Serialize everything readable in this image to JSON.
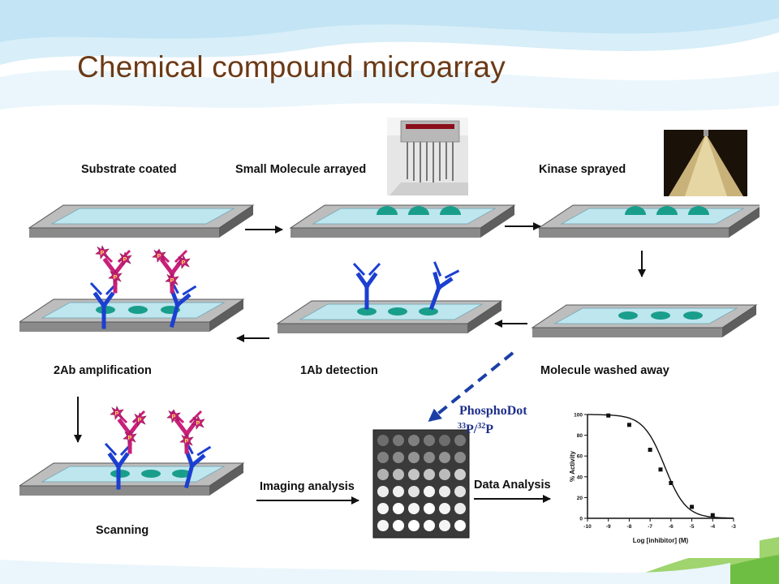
{
  "slide": {
    "title": "Chemical compound microarray"
  },
  "steps": {
    "substrate_coated": "Substrate coated",
    "small_molecule_arrayed": "Small Molecule arrayed",
    "kinase_sprayed": "Kinase sprayed",
    "molecule_washed_away": "Molecule washed away",
    "ab1_detection": "1Ab detection",
    "ab2_amplification": "2Ab amplification",
    "scanning": "Scanning",
    "imaging_analysis": "Imaging analysis",
    "data_analysis": "Data Analysis"
  },
  "phosphodot": {
    "name": "PhosphoDot",
    "iso_a_mass": "33",
    "iso_a_symbol": "P/",
    "iso_b_mass": "32",
    "iso_b_symbol": "P"
  },
  "antibody_tag": "P",
  "dose_response": {
    "ylabel": "% Activity",
    "xlabel": "Log [inhibitor] (M)",
    "x_ticks": [
      "-10",
      "-9",
      "-8",
      "-7",
      "-6",
      "-5",
      "-4",
      "-3"
    ],
    "y_ticks": [
      "100",
      "80",
      "60",
      "40",
      "20",
      "0"
    ],
    "x_range": [
      -10,
      -3
    ],
    "y_range": [
      0,
      100
    ],
    "points_x": [
      -9,
      -8,
      -7,
      -6.5,
      -6,
      -5,
      -4
    ],
    "points_y": [
      99,
      90,
      66,
      47,
      34,
      11,
      3
    ],
    "curve_top": 100,
    "curve_bottom": 0,
    "log_ic50": -6.3,
    "hill": 0.85
  },
  "colors": {
    "slide_wave": "#cfe9f5",
    "slide_green": "#6fbe44",
    "title": "#6b3a16",
    "slide_plate": "#a9a9a9",
    "slide_top": "#dcdcdc",
    "substrate": "#bde6ee",
    "spot": "#1a9e8c",
    "antibody_1": "#1b3fd1",
    "antibody_2": "#c8207a",
    "phospho_label": "#1f2f8a",
    "dash_arrow": "#1b3fa6"
  }
}
